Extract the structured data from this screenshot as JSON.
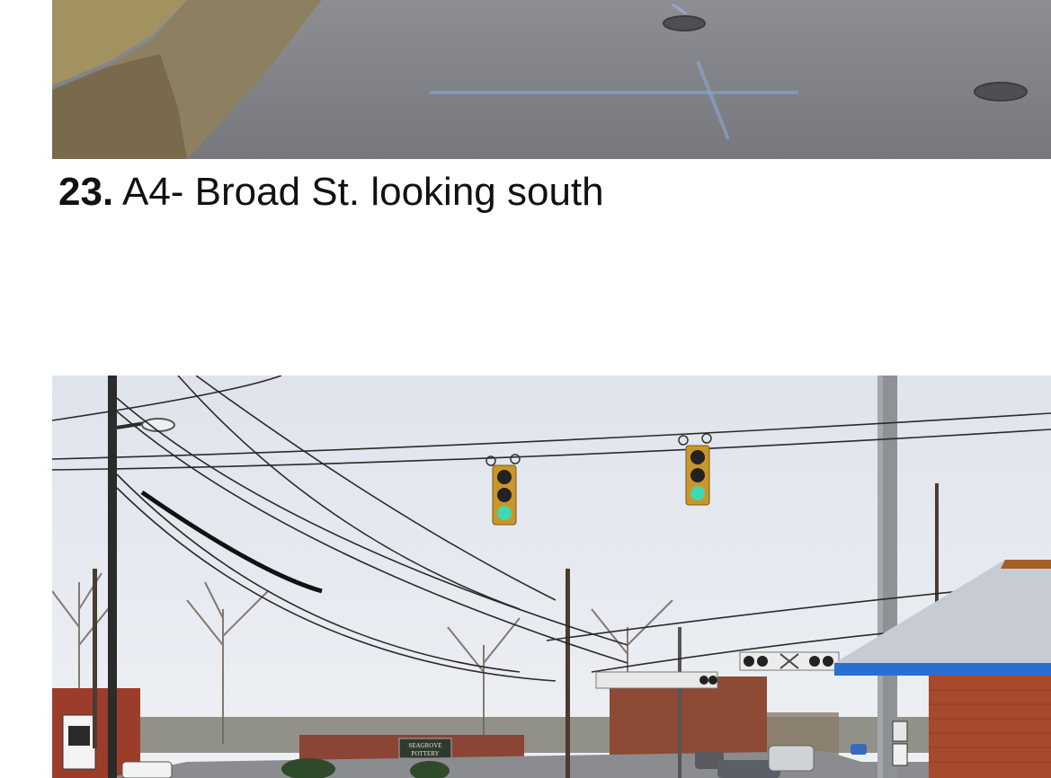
{
  "captions": [
    {
      "number": "23.",
      "text": "A4- Broad St. looking south"
    }
  ],
  "signs": {
    "seagrove_top": "SEAGROVE",
    "seagrove_bottom": "POTTERY"
  },
  "colors": {
    "road": "#7f8186",
    "sky": "#e3e7ee",
    "signal_housing": "#c9962a",
    "signal_green": "#3fd8b0",
    "awning": "#2a6fd0",
    "brick": "#a7492d"
  }
}
